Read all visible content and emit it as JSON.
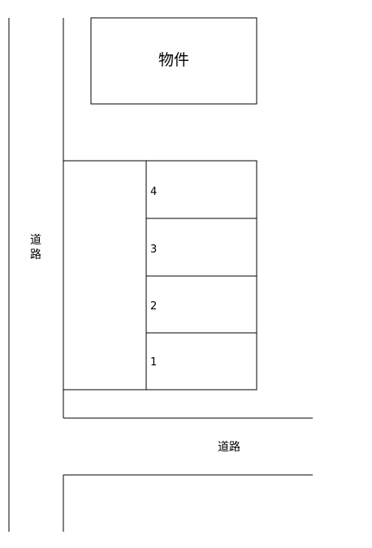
{
  "map": {
    "building_label": "物件",
    "spaces": [
      "4",
      "3",
      "2",
      "1"
    ],
    "road_left_label_top": "道",
    "road_left_label_bottom": "路",
    "road_bottom_label": "道路"
  },
  "colors": {
    "line": "#000000",
    "background": "#ffffff"
  }
}
